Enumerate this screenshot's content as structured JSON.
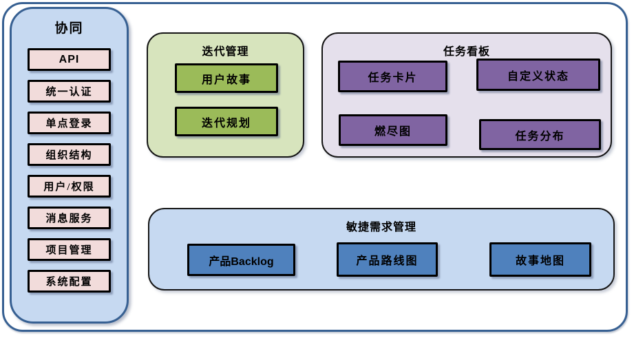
{
  "colors": {
    "frame_border": "#376092",
    "panel_blue": "#c6d9f1",
    "pink": "#f2dcdb",
    "green_light": "#d7e4bd",
    "green": "#9bbb59",
    "purple_light": "#e5e0ec",
    "purple": "#8064a2",
    "blue": "#4f81bd",
    "box_border": "#000000"
  },
  "sidebar": {
    "title": "协同",
    "items": [
      "API",
      "统一认证",
      "单点登录",
      "组织结构",
      "用户/权限",
      "消息服务",
      "项目管理",
      "系统配置"
    ]
  },
  "iteration": {
    "title": "迭代管理",
    "items": [
      "用户故事",
      "迭代规划"
    ]
  },
  "kanban": {
    "title": "任务看板",
    "items": [
      "任务卡片",
      "自定义状态",
      "燃尽图",
      "任务分布"
    ]
  },
  "requirements": {
    "title": "敏捷需求管理",
    "items": [
      "产品Backlog",
      "产品路线图",
      "故事地图"
    ]
  }
}
